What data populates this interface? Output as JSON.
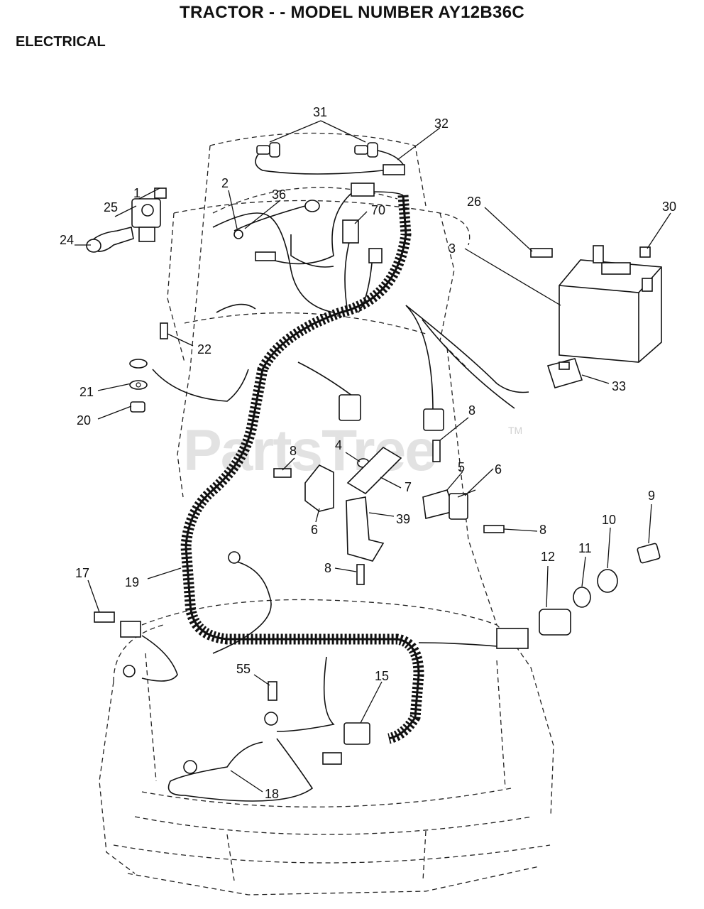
{
  "title": "TRACTOR - - MODEL NUMBER AY12B36C",
  "section": "ELECTRICAL",
  "watermark": "PartsTree",
  "watermark_tm": "TM",
  "callouts": [
    "31",
    "32",
    "2",
    "36",
    "70",
    "1",
    "25",
    "24",
    "26",
    "30",
    "3",
    "22",
    "21",
    "20",
    "33",
    "8",
    "4",
    "5",
    "6",
    "7",
    "39",
    "17",
    "19",
    "12",
    "11",
    "10",
    "9",
    "55",
    "15",
    "18"
  ]
}
